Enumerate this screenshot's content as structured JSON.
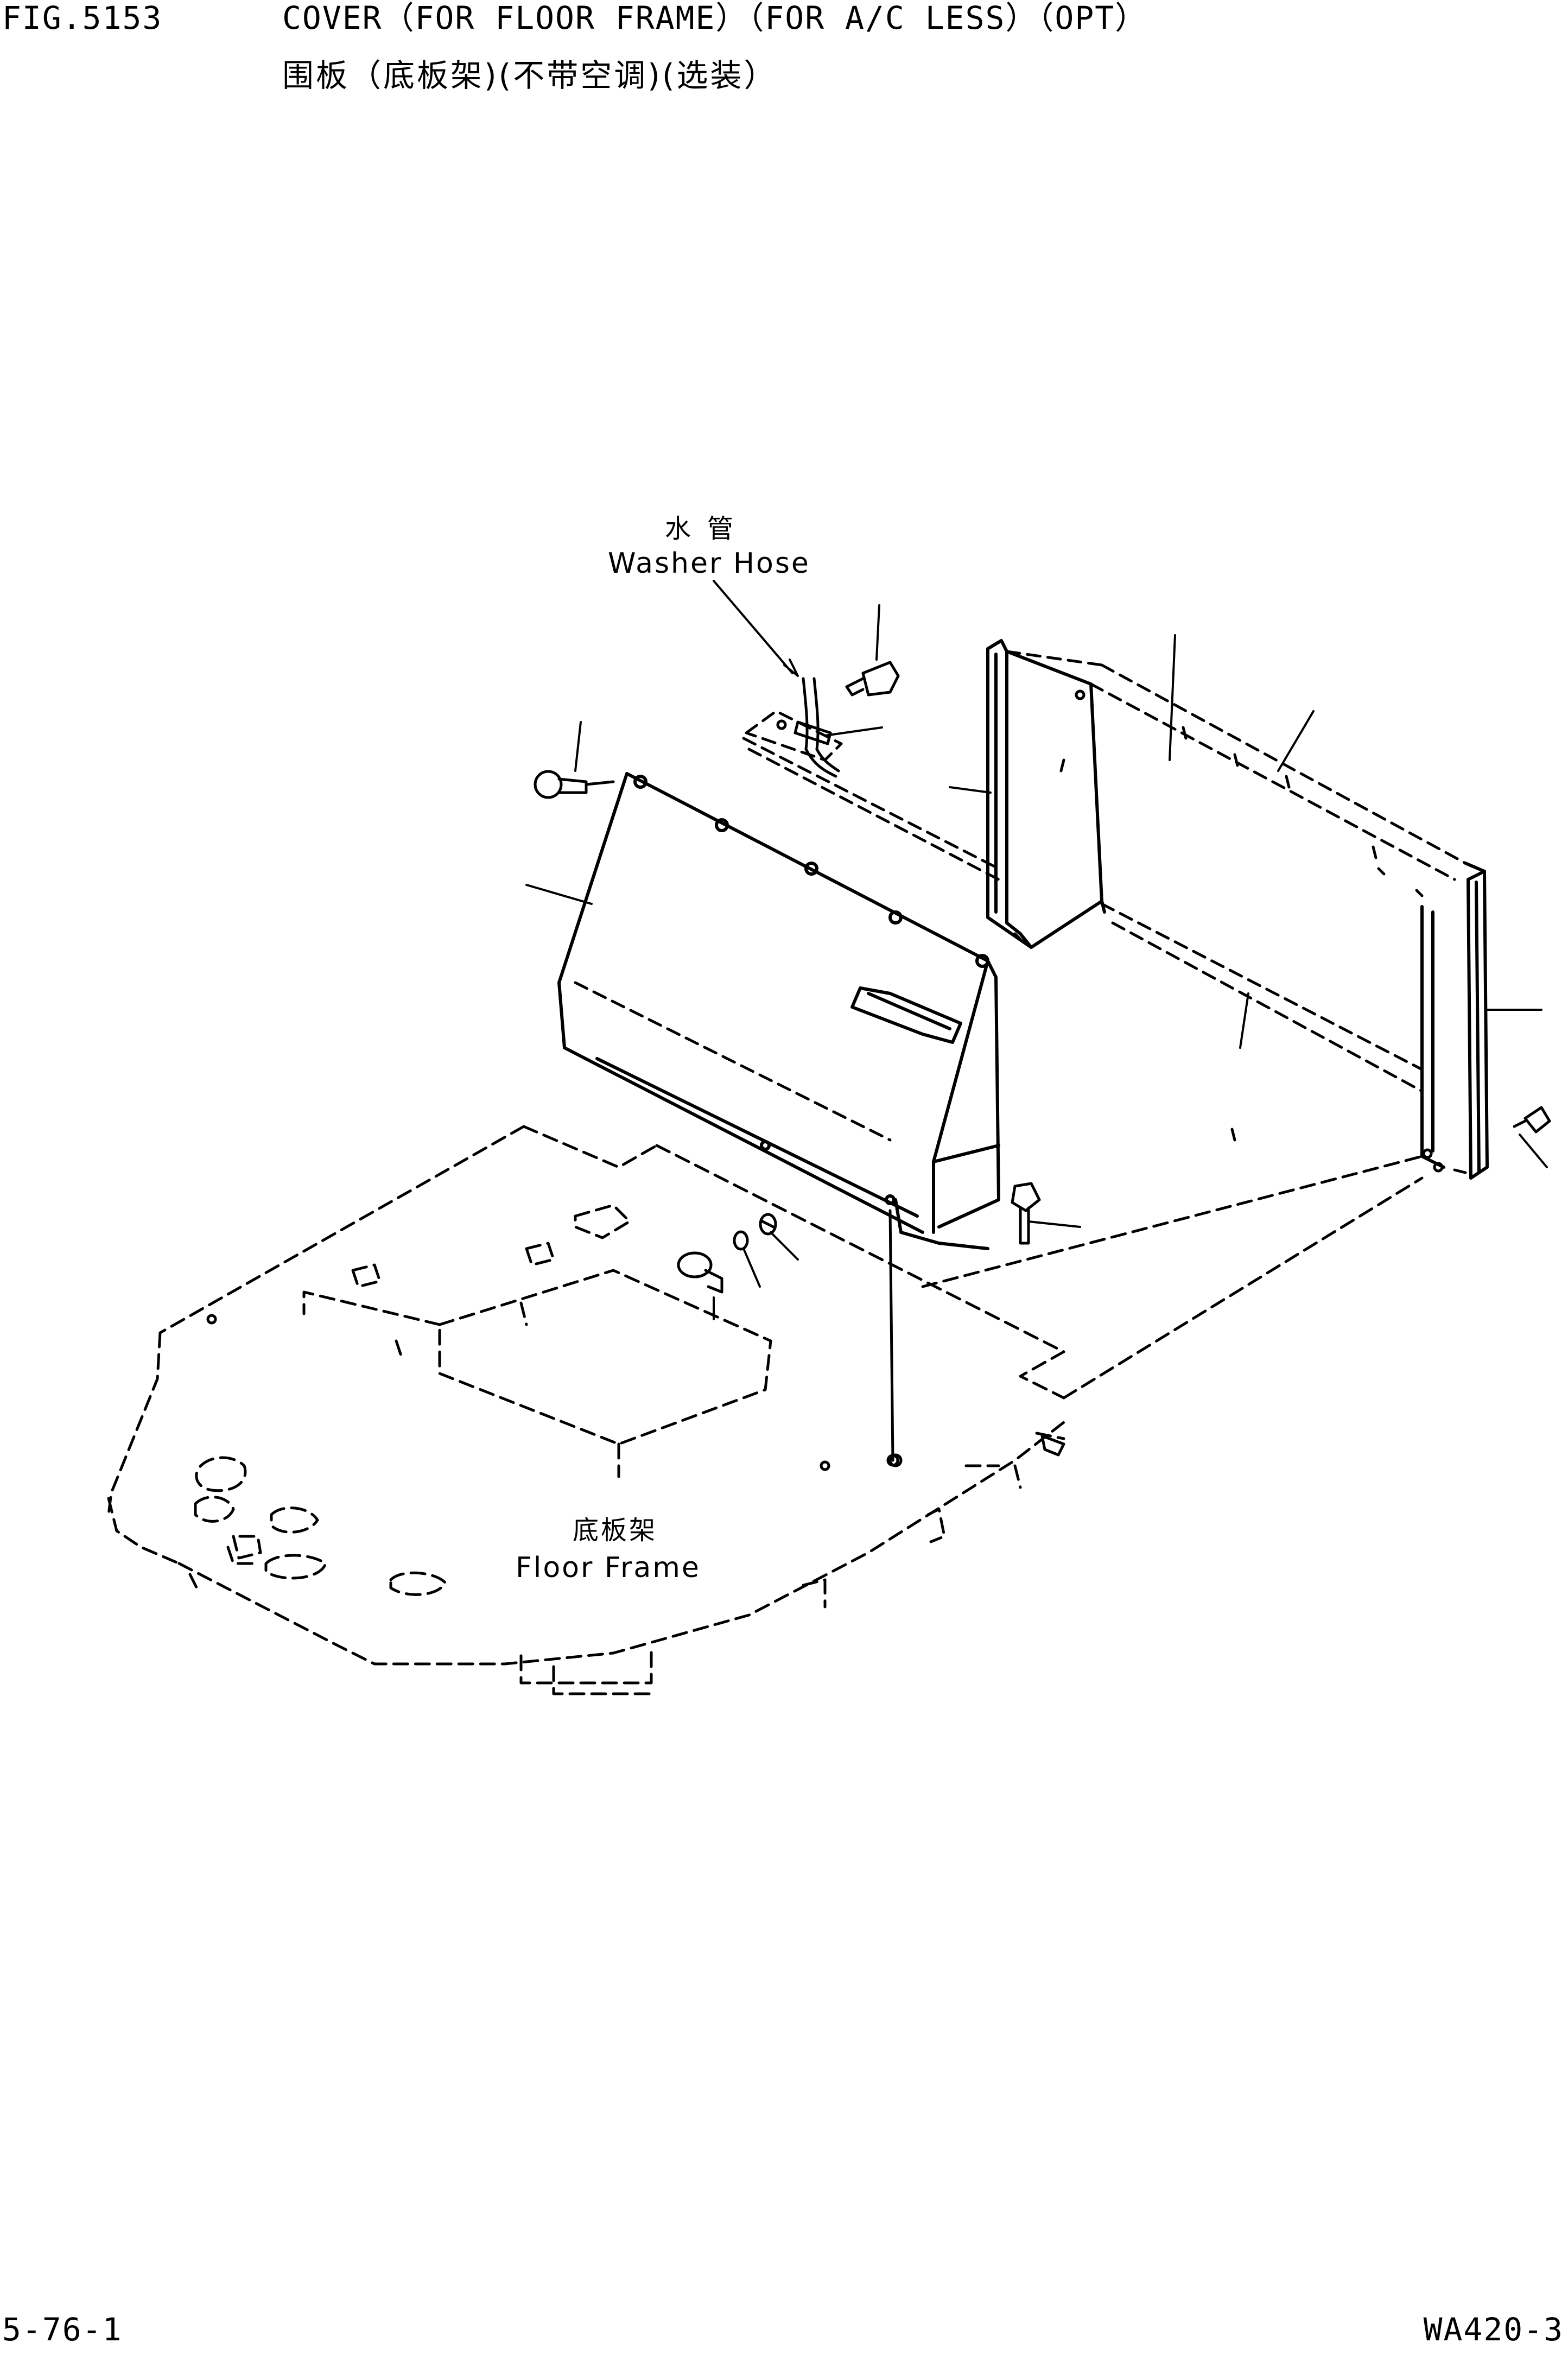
{
  "header": {
    "figure_number": "FIG.5153",
    "title_en": "COVER（FOR FLOOR FRAME）（FOR A/C LESS）（OPT）",
    "title_cn": "围板（底板架)(不带空调)(选装）"
  },
  "footer": {
    "page_number": "5-76-1",
    "model": "WA420-3"
  },
  "callouts": {
    "washer_hose_cn": "水管",
    "washer_hose_en": "Washer Hose",
    "floor_frame_cn": "底板架",
    "floor_frame_en": "Floor Frame"
  }
}
